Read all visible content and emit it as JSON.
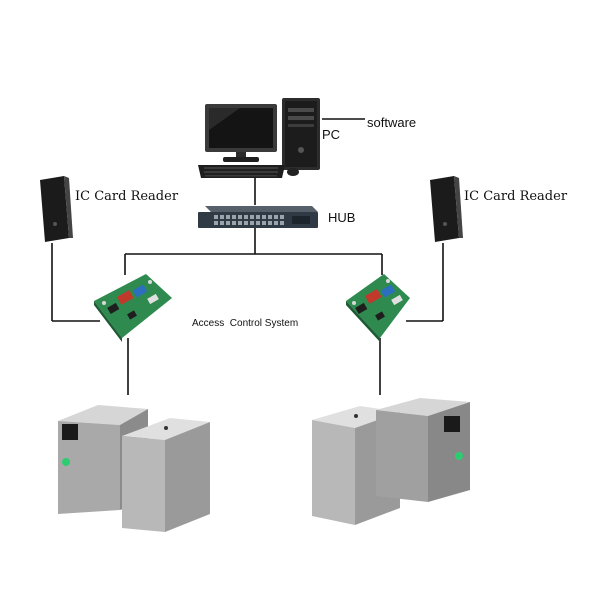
{
  "labels": {
    "pc": "PC",
    "software": "software",
    "hub": "HUB",
    "reader_left": "IC Card Reader",
    "reader_right": "IC Card Reader",
    "access_control": "Access  Control System"
  },
  "colors": {
    "line": "#111111",
    "monitor_screen": "#1a1a1a",
    "hub_body": "#2f3a44",
    "board_green": "#2f8a4f",
    "turnstile_metal": "#bfbfbf",
    "turnstile_dark": "#7d7d7d",
    "indicator_green": "#2ecc71",
    "reader_body": "#1b1b1b"
  }
}
